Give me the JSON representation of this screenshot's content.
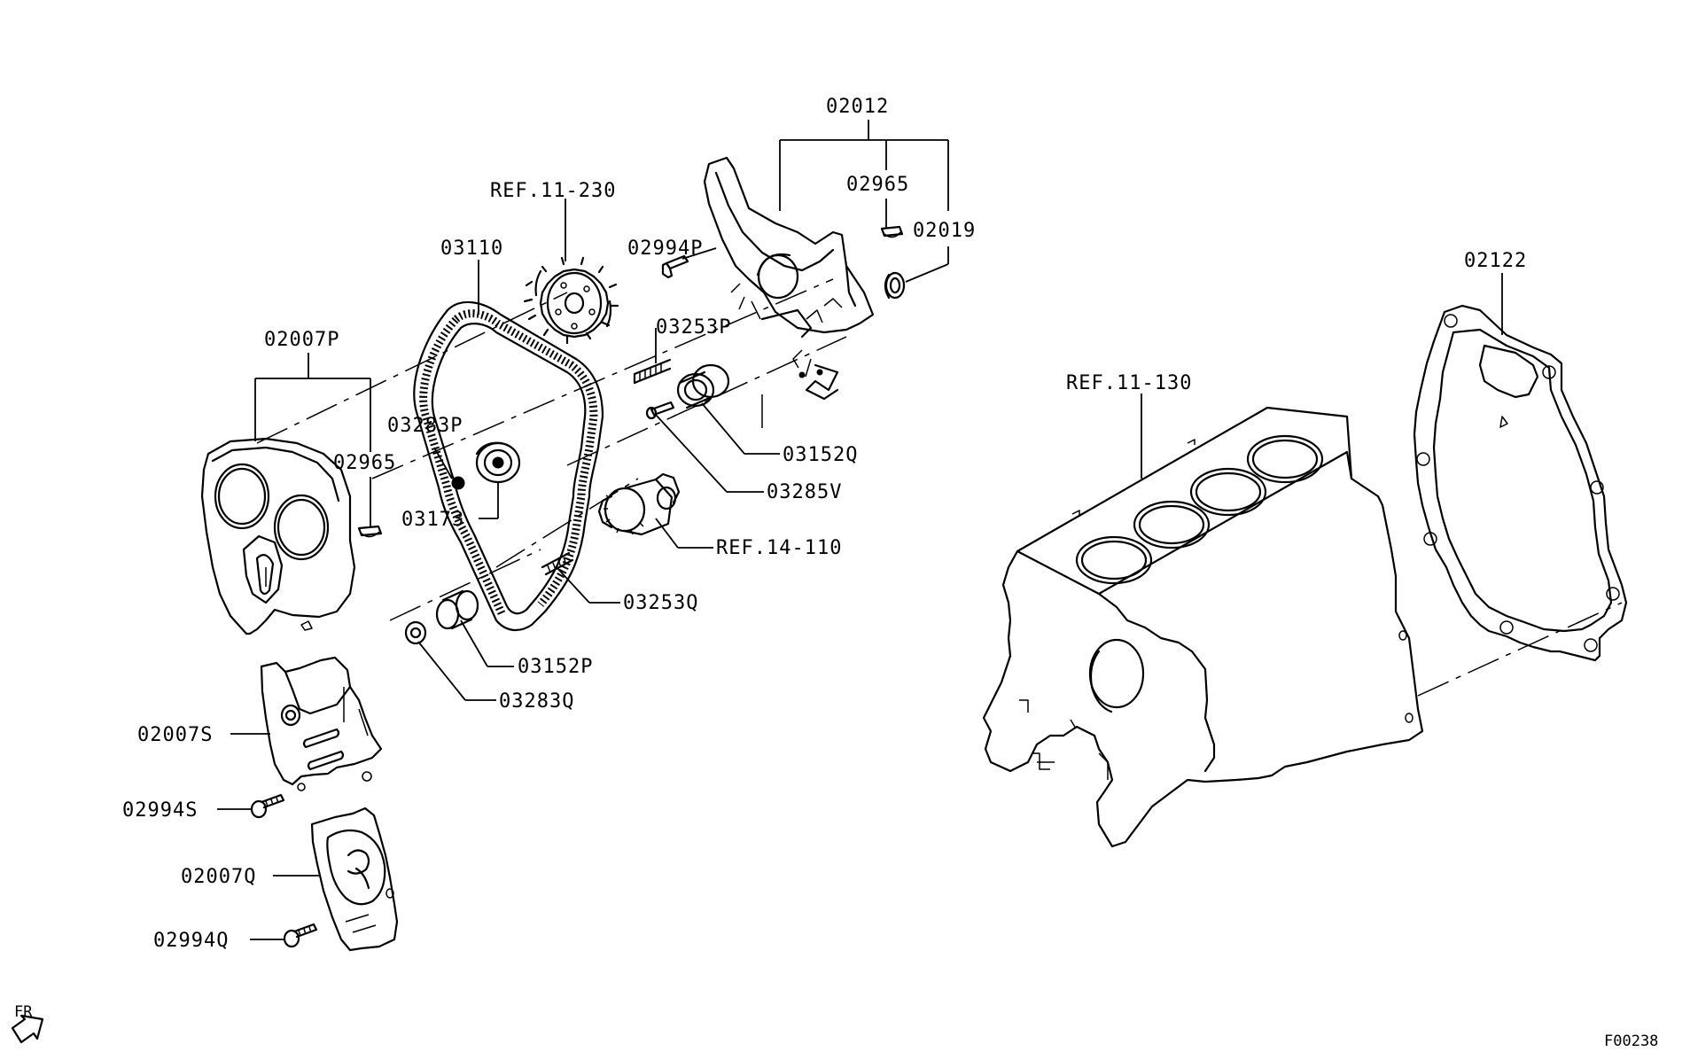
{
  "labels": {
    "l02012": "02012",
    "l02965_top": "02965",
    "l02019": "02019",
    "l02994P": "02994P",
    "lref11_230": "REF.11-230",
    "l03110": "03110",
    "l03253P": "03253P",
    "l02007P": "02007P",
    "l03283P": "03283P",
    "l02965_left": "02965",
    "l03173": "03173",
    "l03152Q": "03152Q",
    "l03285V": "03285V",
    "lref14_110": "REF.14-110",
    "l03253Q": "03253Q",
    "l03152P": "03152P",
    "l03283Q": "03283Q",
    "l02007S": "02007S",
    "l02994S": "02994S",
    "l02007Q": "02007Q",
    "l02994Q": "02994Q",
    "l02122": "02122",
    "lref11_130": "REF.11-130",
    "lfr": "FR",
    "lcode": "F00238"
  }
}
